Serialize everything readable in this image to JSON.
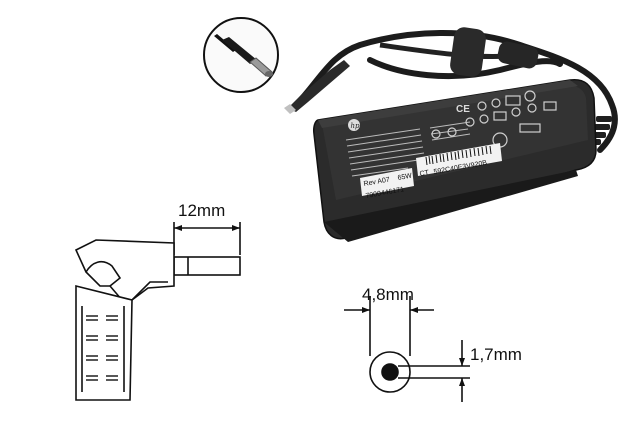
{
  "dimensions": {
    "length": "12mm",
    "outer_diameter": "4,8mm",
    "inner_diameter": "1,7mm"
  },
  "adapter_label": {
    "rev": "Rev A07",
    "watt": "65W",
    "ct_prefix": "CT",
    "ct_code": "592C40E3V920B",
    "serial": "7900446171"
  },
  "colors": {
    "adapter_body": "#2b2b2b",
    "label_bg": "#ffffff",
    "line": "#111111"
  }
}
